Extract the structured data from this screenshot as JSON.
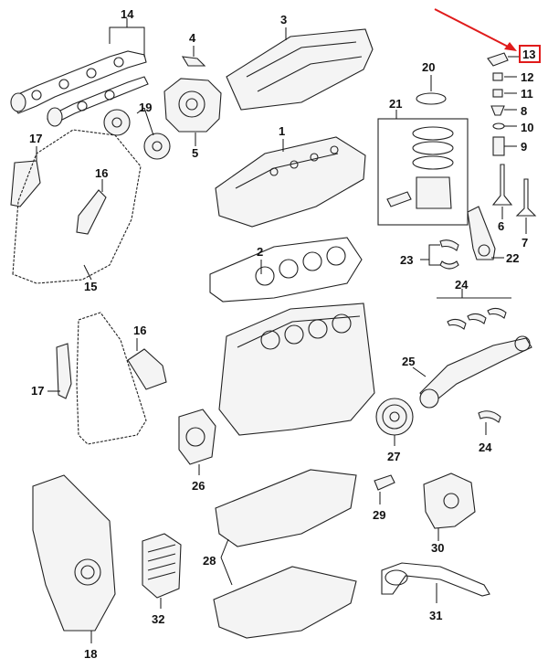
{
  "diagram": {
    "accent_color": "#e01b1b",
    "highlighted_callout": "13",
    "parts": [
      {
        "id": "1"
      },
      {
        "id": "2"
      },
      {
        "id": "3"
      },
      {
        "id": "4"
      },
      {
        "id": "5"
      },
      {
        "id": "6"
      },
      {
        "id": "7"
      },
      {
        "id": "8"
      },
      {
        "id": "9"
      },
      {
        "id": "10"
      },
      {
        "id": "11"
      },
      {
        "id": "12"
      },
      {
        "id": "13"
      },
      {
        "id": "14"
      },
      {
        "id": "15"
      },
      {
        "id": "16"
      },
      {
        "id": "17"
      },
      {
        "id": "18"
      },
      {
        "id": "19"
      },
      {
        "id": "20"
      },
      {
        "id": "21"
      },
      {
        "id": "22"
      },
      {
        "id": "23"
      },
      {
        "id": "24"
      },
      {
        "id": "25"
      },
      {
        "id": "26"
      },
      {
        "id": "27"
      },
      {
        "id": "28"
      },
      {
        "id": "29"
      },
      {
        "id": "30"
      },
      {
        "id": "31"
      },
      {
        "id": "32"
      }
    ],
    "callouts": {
      "c1": "1",
      "c2": "2",
      "c3": "3",
      "c4": "4",
      "c5": "5",
      "c6": "6",
      "c7": "7",
      "c8": "8",
      "c9": "9",
      "c10": "10",
      "c11": "11",
      "c12": "12",
      "c13": "13",
      "c14": "14",
      "c15": "15",
      "c16a": "16",
      "c16b": "16",
      "c17a": "17",
      "c17b": "17",
      "c18": "18",
      "c19": "19",
      "c20": "20",
      "c21": "21",
      "c22": "22",
      "c23": "23",
      "c24a": "24",
      "c24b": "24",
      "c25": "25",
      "c26": "26",
      "c27": "27",
      "c28": "28",
      "c29": "29",
      "c30": "30",
      "c31": "31",
      "c32": "32"
    }
  }
}
